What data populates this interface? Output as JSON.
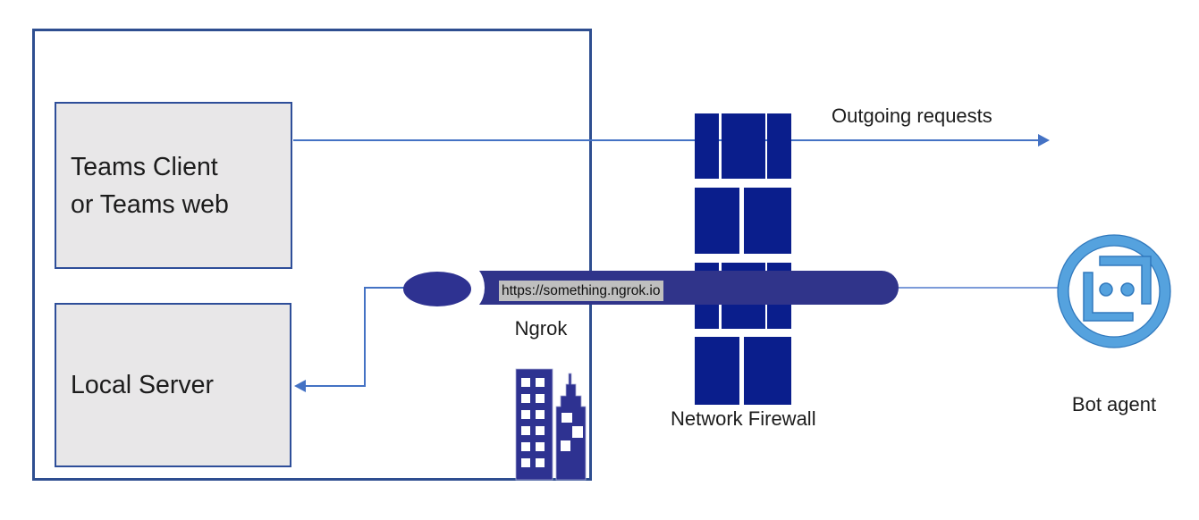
{
  "diagram": {
    "teams_box_label": "Teams Client or Teams web",
    "local_server_label": "Local Server",
    "outgoing_label": "Outgoing requests",
    "firewall_label": "Network Firewall",
    "ngrok_label": "Ngrok",
    "ngrok_url": "https://something.ngrok.io",
    "bot_label": "Bot agent"
  },
  "colors": {
    "boundary_border": "#2e4e90",
    "box_border": "#2e4e99",
    "box_fill": "#e8e7e8",
    "connector": "#4472c4",
    "connector_light": "#7c9bd9",
    "brick": "#0a1e8c",
    "tube": "#30348a",
    "mouth": "#2e3291",
    "url_highlight": "#bfbfbf",
    "bot_blue": "#55a2de",
    "bot_outline": "#3179bd"
  },
  "icons": {
    "firewall": "firewall-bricks-icon",
    "tunnel": "ngrok-tunnel-icon",
    "buildings": "city-buildings-icon",
    "bot": "bot-agent-icon"
  }
}
